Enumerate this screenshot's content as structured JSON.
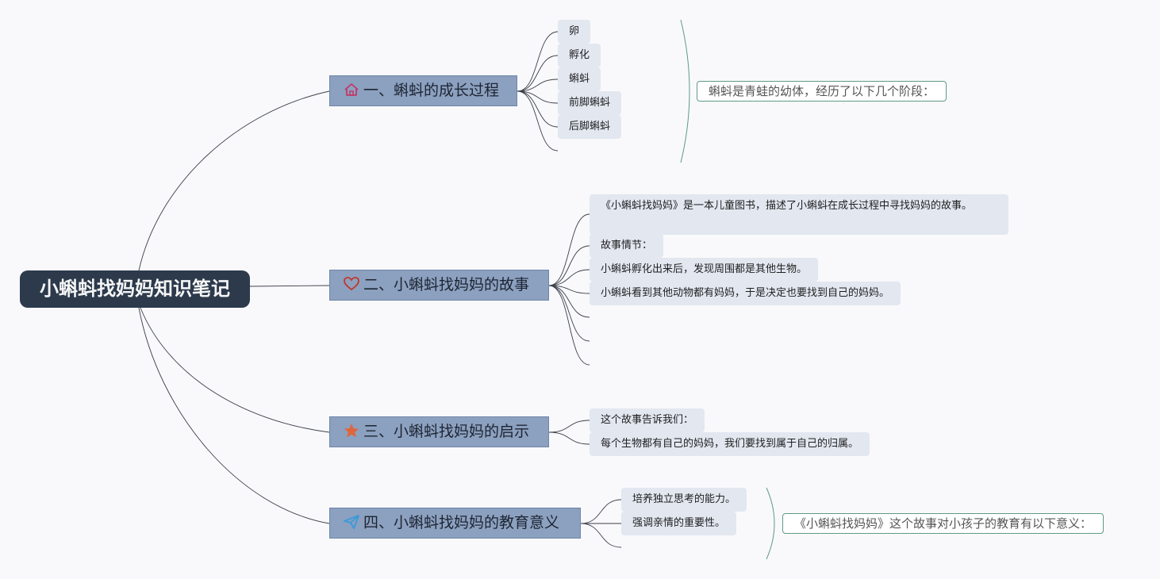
{
  "root": {
    "title": "小蝌蚪找妈妈知识笔记"
  },
  "branches": [
    {
      "label": "一、蝌蚪的成长过程",
      "icon": "home-icon",
      "icon_color": "#c0396a",
      "items": [
        "卵",
        "孵化",
        "蝌蚪",
        "前脚蝌蚪",
        "后脚蝌蚪"
      ],
      "summary": "蝌蚪是青蛙的幼体，经历了以下几个阶段："
    },
    {
      "label": "二、小蝌蚪找妈妈的故事",
      "icon": "heart-icon",
      "icon_color": "#c0392b",
      "items": [
        "《小蝌蚪找妈妈》是一本儿童图书，描述了小蝌蚪在成长过程中寻找妈妈的故事。",
        "故事情节：",
        "小蝌蚪孵化出来后，发现周围都是其他生物。",
        "小蝌蚪看到其他动物都有妈妈，于是决定也要找到自己的妈妈。"
      ]
    },
    {
      "label": "三、小蝌蚪找妈妈的启示",
      "icon": "star-icon",
      "icon_color": "#e0653a",
      "items": [
        "这个故事告诉我们：",
        "每个生物都有自己的妈妈，我们要找到属于自己的归属。"
      ]
    },
    {
      "label": "四、小蝌蚪找妈妈的教育意义",
      "icon": "send-icon",
      "icon_color": "#3a9ad9",
      "items": [
        "培养独立思考的能力。",
        "强调亲情的重要性。"
      ],
      "summary": "《小蝌蚪找妈妈》这个故事对小孩子的教育有以下意义："
    }
  ],
  "colors": {
    "root_bg": "#2c3a4c",
    "branch_bg": "#8ca0bf",
    "leaf_bg": "#e2e7f0",
    "summary_border": "#5e9a86",
    "line": "#3a3f4a"
  }
}
